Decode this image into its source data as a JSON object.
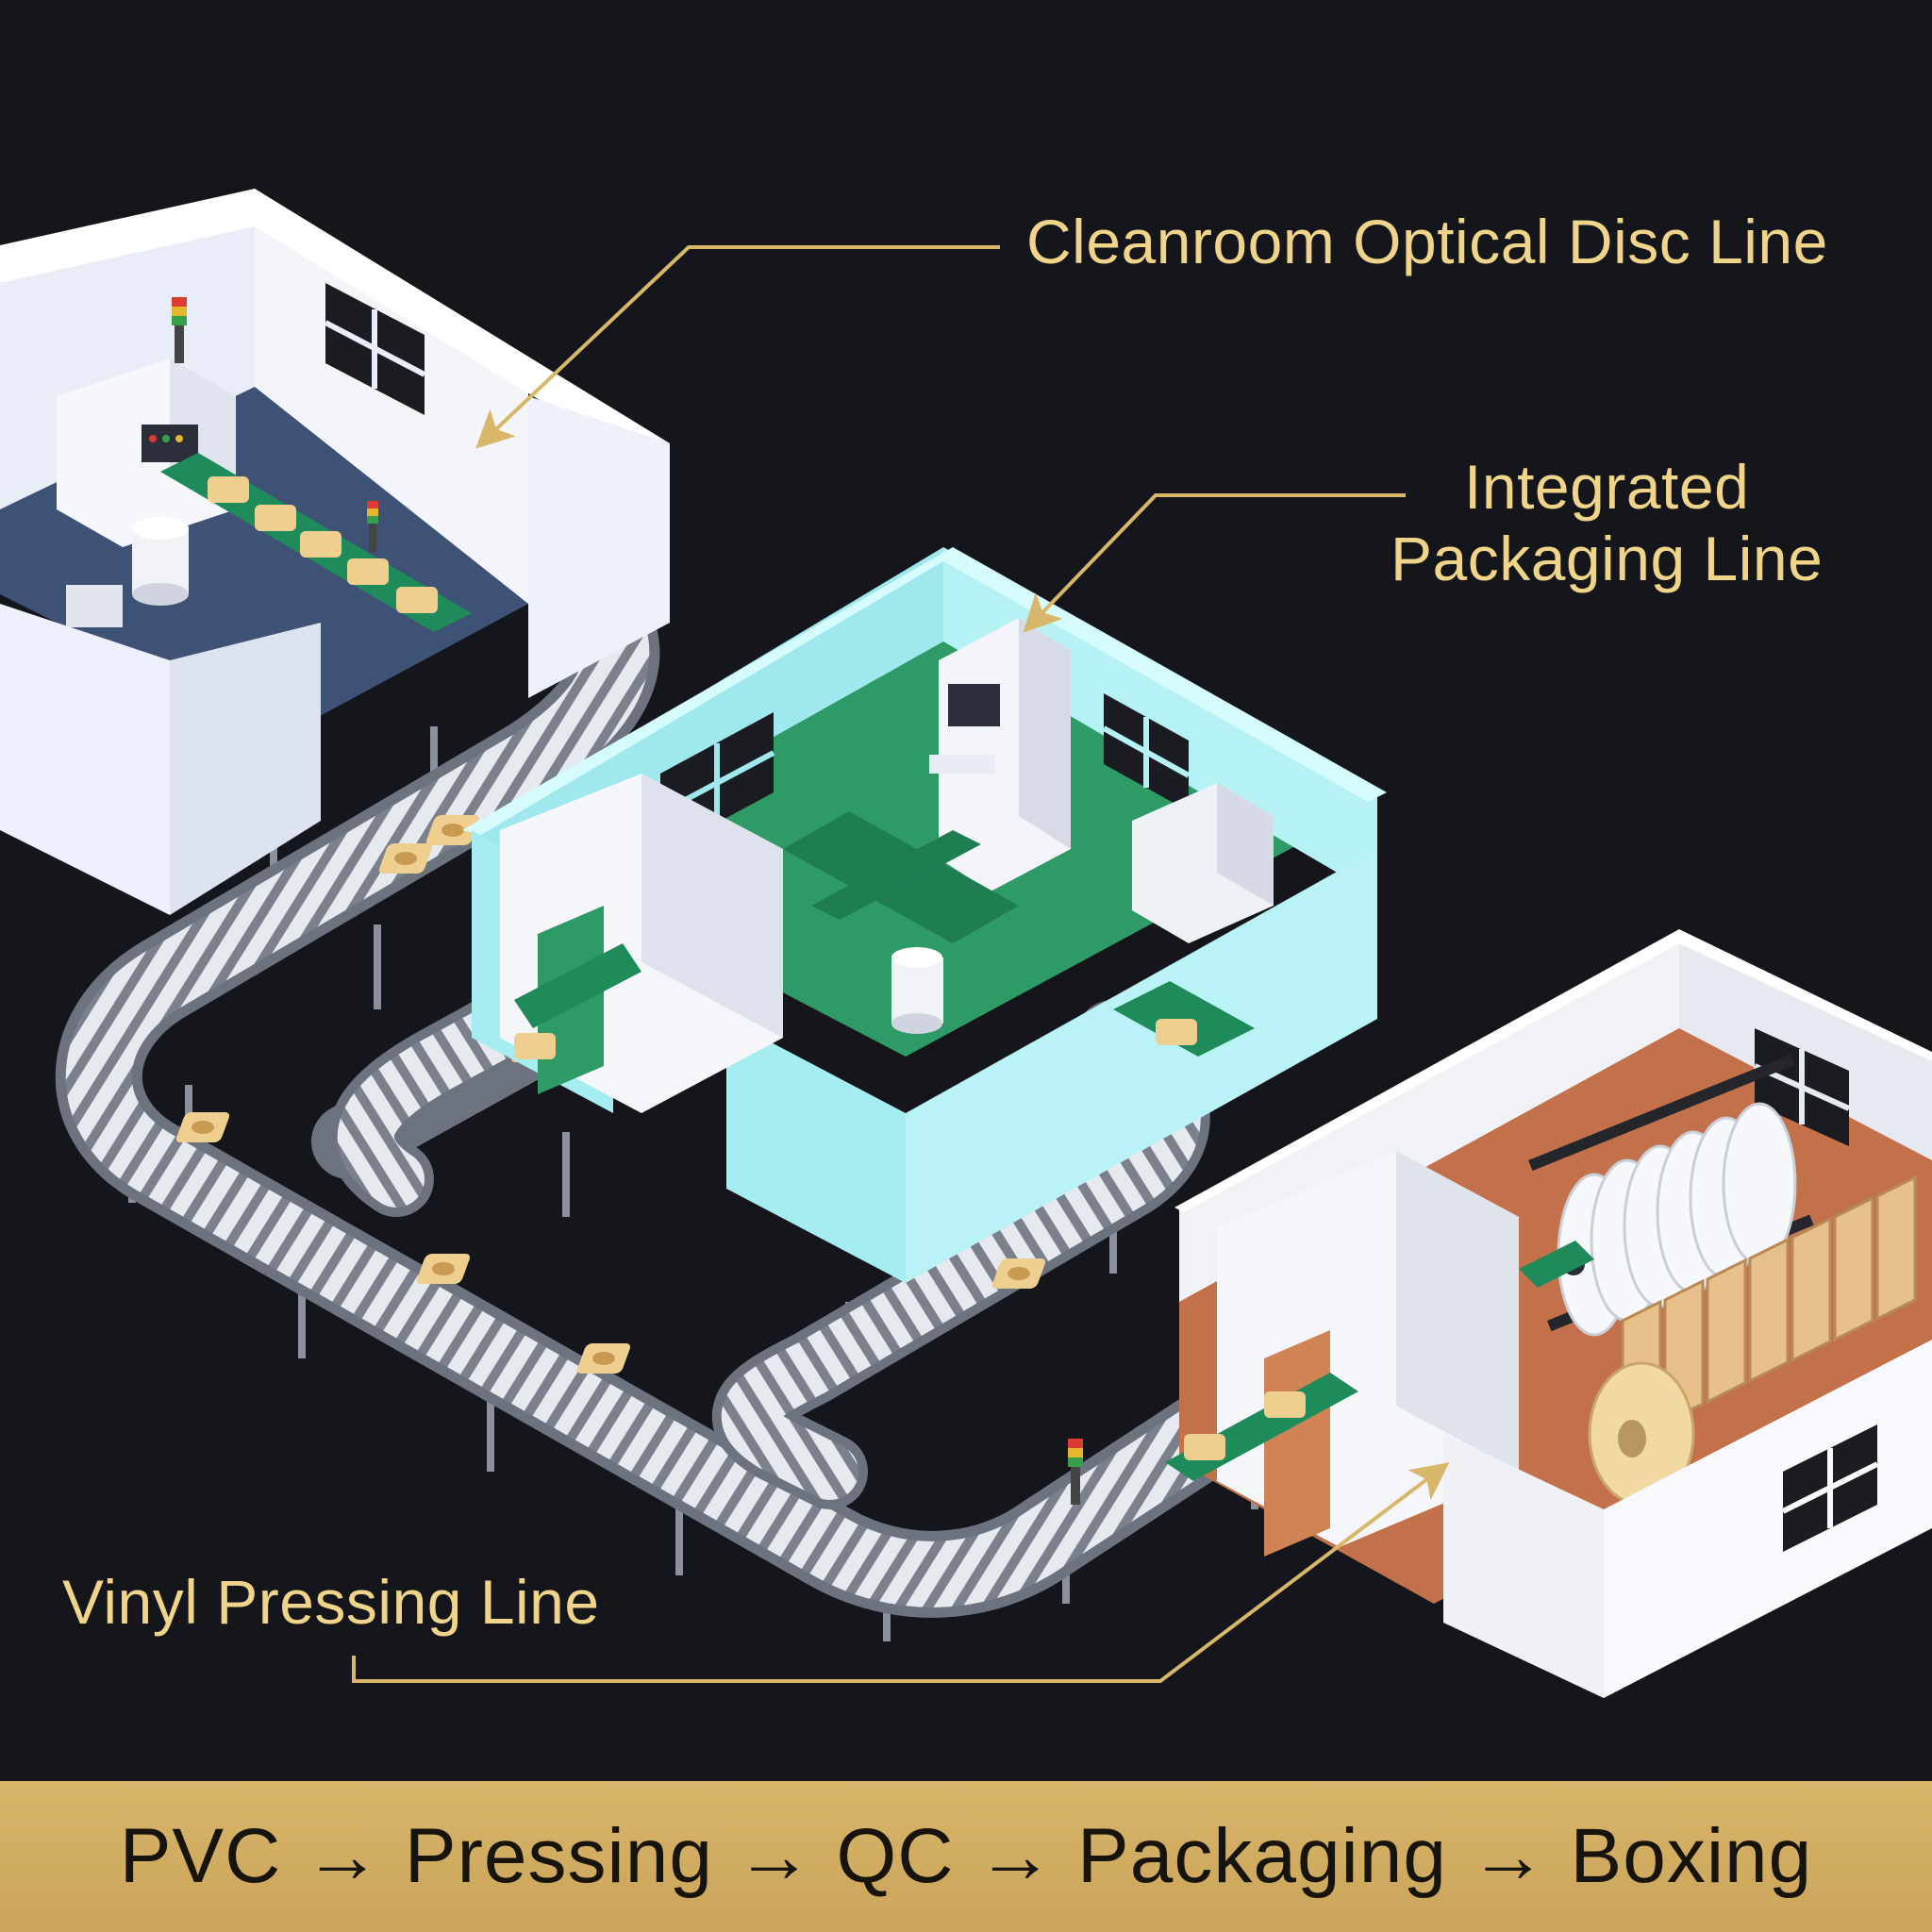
{
  "callouts": {
    "cleanroom": "Cleanroom Optical Disc Line",
    "packaging_line1": "Integrated",
    "packaging_line2": "Packaging Line",
    "vinyl": "Vinyl Pressing Line"
  },
  "process_flow": {
    "text": "PVC → Pressing → QC → Packaging → Boxing",
    "steps": [
      "PVC",
      "Pressing",
      "QC",
      "Packaging",
      "Boxing"
    ]
  },
  "colors": {
    "background": "#15161b",
    "callout_gold": "#f0d48a",
    "banner_gold": "#d8b66a",
    "cleanroom_floor": "#3e5275",
    "packaging_room": "#aef0f2",
    "conveyor_green": "#1f8a5a",
    "vinyl_floor": "#c2714a"
  },
  "icons": {
    "signal-tower": "signal-tower-icon",
    "disc-stack": "disc-stack-icon",
    "window": "window-icon",
    "vinyl-rack": "vinyl-rack-icon"
  }
}
